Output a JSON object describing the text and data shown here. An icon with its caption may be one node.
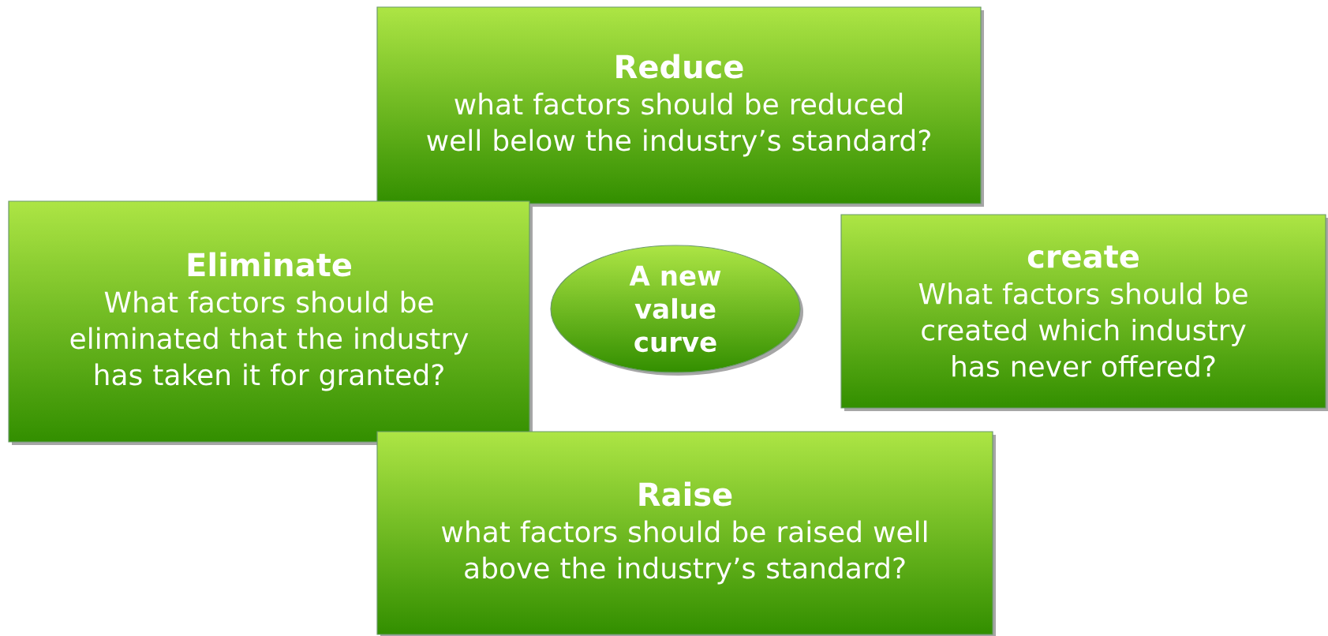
{
  "diagram": {
    "nodes": [
      {
        "text": [
          "Reduce",
          "what factors should be reduced well below the industry’s standard?"
        ]
      },
      {
        "text": [
          "Eliminate",
          "What factors should be eliminated that the industry has taken it for granted?"
        ]
      },
      {
        "text": [
          "A new value curve"
        ]
      },
      {
        "text": [
          "create",
          "What factors should be created which industry has never offered?"
        ]
      },
      {
        "text": [
          "Raise",
          "what factors should be raised well above the industry’s standard?"
        ]
      }
    ]
  }
}
